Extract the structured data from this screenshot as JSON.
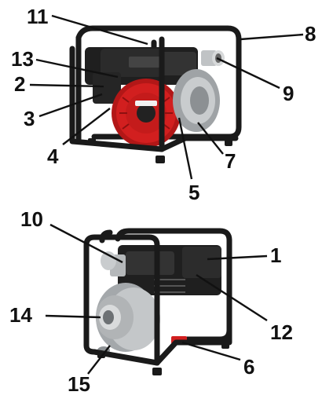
{
  "callouts": {
    "c1": "1",
    "c2": "2",
    "c3": "3",
    "c4": "4",
    "c5": "5",
    "c6": "6",
    "c7": "7",
    "c8": "8",
    "c9": "9",
    "c10": "10",
    "c11": "11",
    "c12": "12",
    "c13": "13",
    "c14": "14",
    "c15": "15"
  },
  "colors": {
    "frame": "#1a1a1a",
    "engine_red": "#d21f1f",
    "engine_black": "#1f1f1f",
    "pump_silver": "#b9bcbf",
    "accent": "#e03030"
  }
}
